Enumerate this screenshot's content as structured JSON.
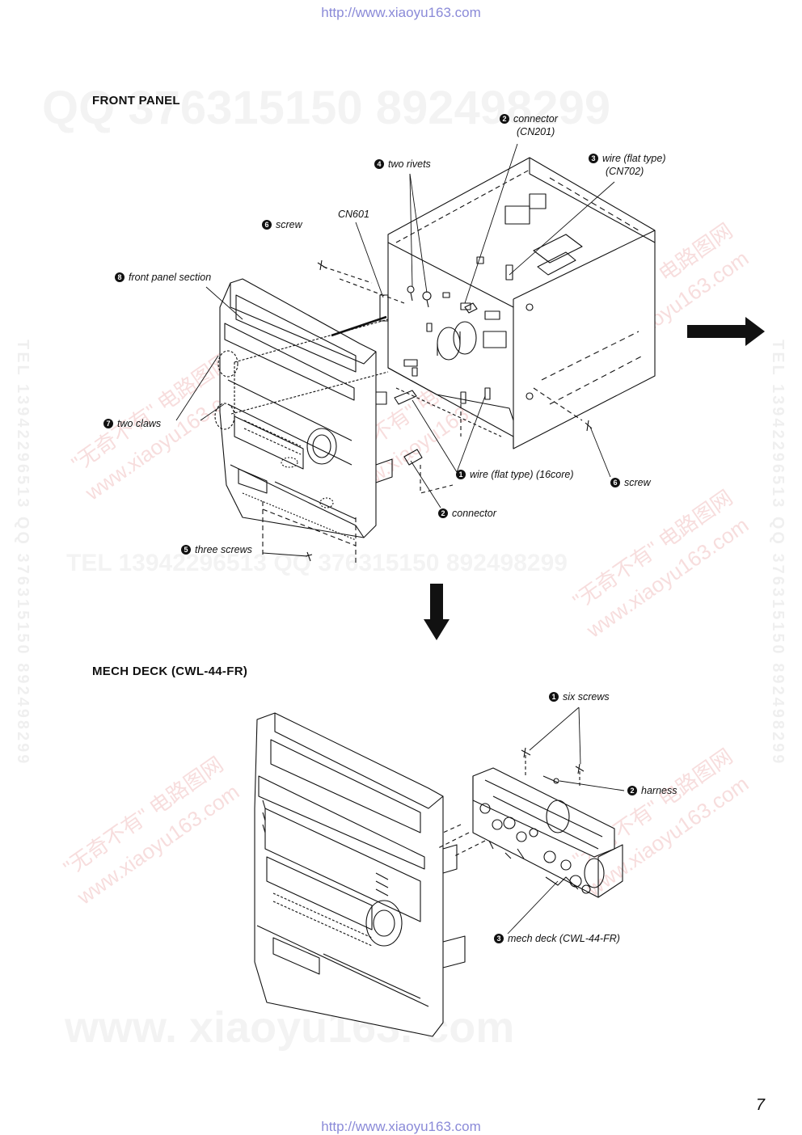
{
  "url_top": "http://www.xiaoyu163.com",
  "url_bottom": "http://www.xiaoyu163.com",
  "page_number": "7",
  "sections": {
    "front_panel": {
      "title": "FRONT  PANEL",
      "callouts": [
        {
          "num": "❷",
          "text": "connector",
          "text2": "(CN201)"
        },
        {
          "num": "❸",
          "text": "wire (flat type)",
          "text2": "(CN702)"
        },
        {
          "num": "❹",
          "text": "two rivets"
        },
        {
          "num": "",
          "text": "CN601"
        },
        {
          "num": "❻",
          "text": "screw"
        },
        {
          "num": "❽",
          "text": "front panel section"
        },
        {
          "num": "❼",
          "text": "two claws"
        },
        {
          "num": "❶",
          "text": "wire (flat type) (16core)"
        },
        {
          "num": "❻",
          "text": "screw"
        },
        {
          "num": "❷",
          "text": "connector"
        },
        {
          "num": "❺",
          "text": "three screws"
        }
      ]
    },
    "mech_deck": {
      "title": "MECH  DECK (CWL-44-FR)",
      "callouts": [
        {
          "num": "❶",
          "text": "six screws"
        },
        {
          "num": "❷",
          "text": "harness"
        },
        {
          "num": "❸",
          "text": "mech deck (CWL-44-FR)"
        }
      ]
    }
  },
  "watermarks": {
    "qq": "QQ 376315150   892498299",
    "tel_row": "TEL 13942296513   QQ 376315150   892498299",
    "www": "www. xiaoyu163. com",
    "vertical": "TEL 13942296513  QQ 376315150  892498299",
    "cn": "\"无奇不有\" 电路图网",
    "site": "www.xiaoyu163.com"
  },
  "colors": {
    "ink": "#111111",
    "url": "#8a8ad8",
    "watermark_red": "#d03030"
  }
}
